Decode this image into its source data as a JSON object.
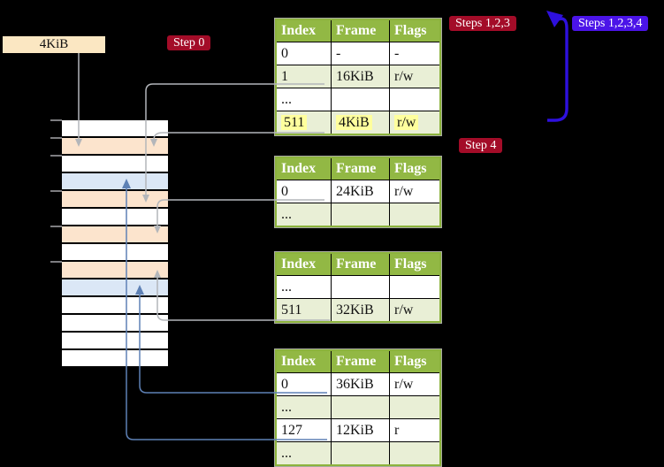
{
  "colors": {
    "background": "#000000",
    "badge_red": "#a30c28",
    "badge_blue": "#4b14e8",
    "table_header_green": "#92b844",
    "table_border_green": "#8cb33c",
    "table_row_green": "#e9efd6",
    "highlight_yellow": "#ffff9d",
    "frame_mapped_orange": "#fce4cd",
    "frame_mapped_blue": "#dbe7f6",
    "page_size_label_bg": "#fbe7c2",
    "gray_wire": "#b3b6ba",
    "blue_wire": "#5e81b5",
    "big_arrow_blue": "#2e10dd"
  },
  "page_size_label": {
    "text": "4KiB"
  },
  "step_badges": {
    "step0": {
      "label": "Step 0"
    },
    "steps123": {
      "label": "Steps 1,2,3"
    },
    "steps1234": {
      "label": "Steps 1,2,3,4"
    },
    "step4": {
      "label": "Step 4"
    }
  },
  "page_tables": [
    {
      "headers": {
        "index": "Index",
        "frame": "Frame",
        "flags": "Flags"
      },
      "rows": [
        {
          "index": "0",
          "frame": "-",
          "flags": "-"
        },
        {
          "index": "1",
          "frame": "16KiB",
          "flags": "r/w"
        },
        {
          "index": "...",
          "frame": "",
          "flags": ""
        },
        {
          "index": "511",
          "frame": "4KiB",
          "flags": "r/w",
          "highlighted": true
        }
      ]
    },
    {
      "headers": {
        "index": "Index",
        "frame": "Frame",
        "flags": "Flags"
      },
      "rows": [
        {
          "index": "0",
          "frame": "24KiB",
          "flags": "r/w"
        },
        {
          "index": "...",
          "frame": "",
          "flags": ""
        }
      ]
    },
    {
      "headers": {
        "index": "Index",
        "frame": "Frame",
        "flags": "Flags"
      },
      "rows": [
        {
          "index": "...",
          "frame": "",
          "flags": ""
        },
        {
          "index": "511",
          "frame": "32KiB",
          "flags": "r/w"
        }
      ]
    },
    {
      "headers": {
        "index": "Index",
        "frame": "Frame",
        "flags": "Flags"
      },
      "rows": [
        {
          "index": "0",
          "frame": "36KiB",
          "flags": "r/w"
        },
        {
          "index": "...",
          "frame": "",
          "flags": ""
        },
        {
          "index": "127",
          "frame": "12KiB",
          "flags": "r"
        },
        {
          "index": "...",
          "frame": "",
          "flags": ""
        }
      ]
    }
  ],
  "memory_column": {
    "frame_rows": [
      {
        "state": "free"
      },
      {
        "state": "mapped-gray"
      },
      {
        "state": "free"
      },
      {
        "state": "mapped-blue"
      },
      {
        "state": "mapped-gray"
      },
      {
        "state": "free"
      },
      {
        "state": "mapped-gray"
      },
      {
        "state": "free"
      },
      {
        "state": "mapped-gray"
      },
      {
        "state": "mapped-blue"
      },
      {
        "state": "free"
      },
      {
        "state": "free"
      },
      {
        "state": "free"
      },
      {
        "state": "free"
      }
    ]
  }
}
